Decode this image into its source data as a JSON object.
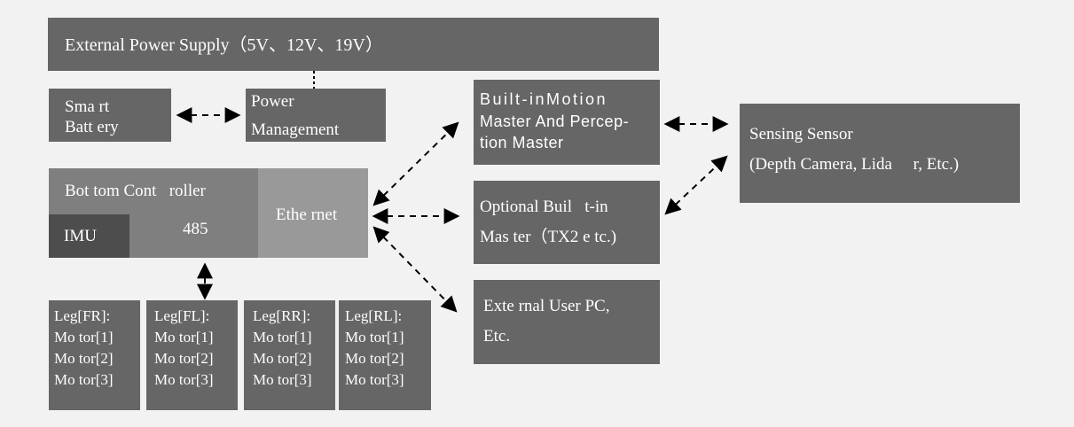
{
  "power_supply": {
    "label": "External Power Supply（5V、12V、19V）"
  },
  "battery": {
    "line1": "Sma rt",
    "line2": "Batt ery"
  },
  "power_mgmt": {
    "line1": "Power",
    "line2": "Management"
  },
  "motion_master": {
    "line1": "Built-inMotion",
    "line2": "Master And Percep-",
    "line3": "tion Master"
  },
  "optional_master": {
    "line1": "Optional Buil   t-in",
    "line2": "Mas ter（TX2 e tc.)"
  },
  "user_pc": {
    "line1": "Exte rnal User PC,",
    "line2": "Etc."
  },
  "sensing": {
    "line1": "Sensing Sensor",
    "line2": "(Depth Camera, Lida     r, Etc.)"
  },
  "bottom_controller": {
    "title": "Bot tom Cont   roller",
    "imu": "IMU",
    "rs485": "485",
    "ethernet": "Ethe rnet"
  },
  "legs": [
    {
      "name": "Leg[FR]:",
      "m1": "Mo tor[1]",
      "m2": "Mo tor[2]",
      "m3": "Mo tor[3]"
    },
    {
      "name": "Leg[FL]:",
      "m1": "Mo tor[1]",
      "m2": "Mo tor[2]",
      "m3": "Mo tor[3]"
    },
    {
      "name": "Leg[RR]:",
      "m1": "Mo tor[1]",
      "m2": "Mo tor[2]",
      "m3": "Mo tor[3]"
    },
    {
      "name": "Leg[RL]:",
      "m1": "Mo tor[1]",
      "m2": "Mo tor[2]",
      "m3": "Mo tor[3]"
    }
  ],
  "colors": {
    "background": "#f2f2f2",
    "box": "#666666",
    "controller": "#7f7f7f",
    "ethernet": "#999999",
    "imu": "#4d4d4d",
    "text": "#ffffff",
    "arrow": "#000000"
  }
}
